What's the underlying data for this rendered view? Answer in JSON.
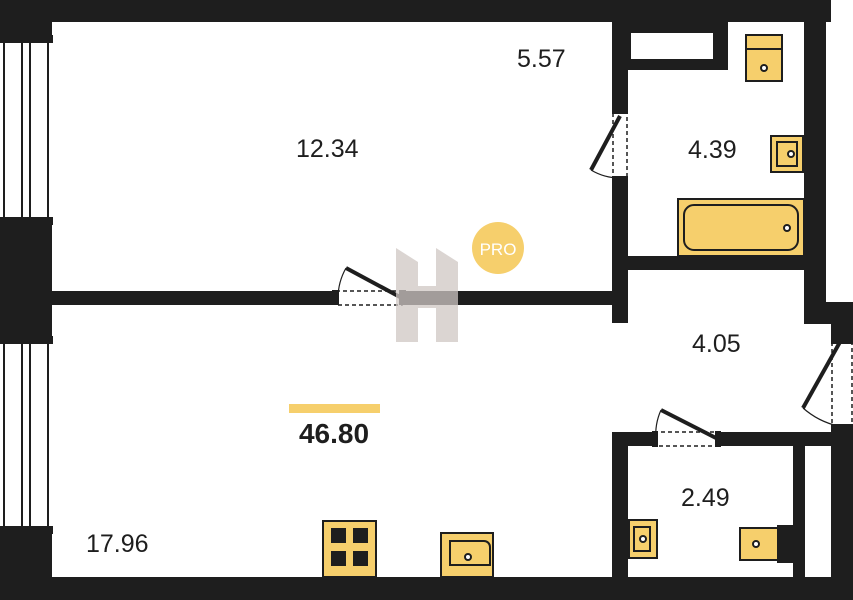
{
  "rooms": {
    "room_upper": {
      "area": "12.34"
    },
    "corridor_top": {
      "area": "5.57"
    },
    "bathroom": {
      "area": "4.39"
    },
    "hall": {
      "area": "4.05"
    },
    "toilet": {
      "area": "2.49"
    },
    "living_kitchen": {
      "area": "17.96"
    }
  },
  "total": {
    "area": "46.80"
  },
  "badge": {
    "text": "PRO"
  },
  "colors": {
    "wall": "#1e1e1e",
    "fixture": "#f6cf6c",
    "fixture_stroke": "#1e1e1e",
    "badge": "#f6cf6c",
    "accent_bar": "#f6cf6c",
    "window_frame": "#1e1e1e",
    "watermark": "#cfc7c4"
  },
  "icons": [
    "window",
    "door-swing",
    "toilet",
    "sink",
    "bathtub",
    "stove"
  ]
}
